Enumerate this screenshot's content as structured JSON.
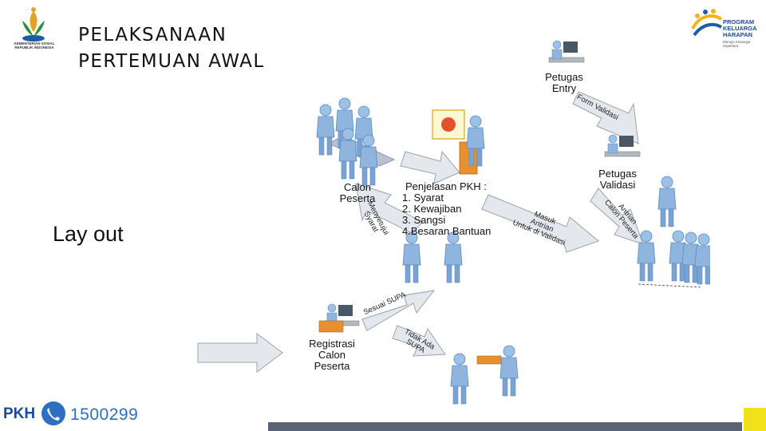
{
  "header": {
    "title_line1": "PELAKSANAAN",
    "title_line2": "PERTEMUAN AWAL",
    "left_logo_text": "KEMENTERIAN SOSIAL REPUBLIK INDONESIA",
    "right_logo_line1": "PROGRAM",
    "right_logo_line2": "KELUARGA",
    "right_logo_line3": "HARAPAN",
    "right_logo_tagline": "Menuju Keluarga Sejahtera"
  },
  "side_label": "Lay out",
  "diagram": {
    "petugas_entry_line1": "Petugas",
    "petugas_entry_line2": "Entry",
    "form_validasi": "Form Validasi",
    "petugas_validasi_line1": "Petugas",
    "petugas_validasi_line2": "Validasi",
    "calon_peserta_line1": "Calon",
    "calon_peserta_line2": "Peserta",
    "penjelasan_title": "Penjelasan PKH :",
    "penjelasan_items": [
      "1. Syarat",
      "2. Kewajiban",
      "3. Sangsi",
      "4.Besaran Bantuan"
    ],
    "menyetujui_line1": "Menyetujui",
    "menyetujui_line2": "Syarat",
    "masuk_antrian_line1": "Masuk",
    "masuk_antrian_line2": "Antrian",
    "masuk_antrian_line3": "Untuk di Validasi",
    "antrian_line1": "Antrian",
    "antrian_line2": "Calon Peserta",
    "sesuai_supa": "Sesuai SUPA",
    "registrasi_line1": "Registrasi",
    "registrasi_line2": "Calon",
    "registrasi_line3": "Peserta",
    "tidak_ada_supa_line1": "Tidak Ada",
    "tidak_ada_supa_line2": "SUPA"
  },
  "footer": {
    "pkh_word": "PKH",
    "phone": "1500299"
  },
  "colors": {
    "figure": "#8fb4dd",
    "figure_dark": "#5b8bc2",
    "arrow_fill": "#e4e8ec",
    "arrow_stroke": "#9aa3ab",
    "brand_blue": "#1a4a9c",
    "footer_bar": "#5a6374",
    "footer_square": "#f2e11a"
  }
}
